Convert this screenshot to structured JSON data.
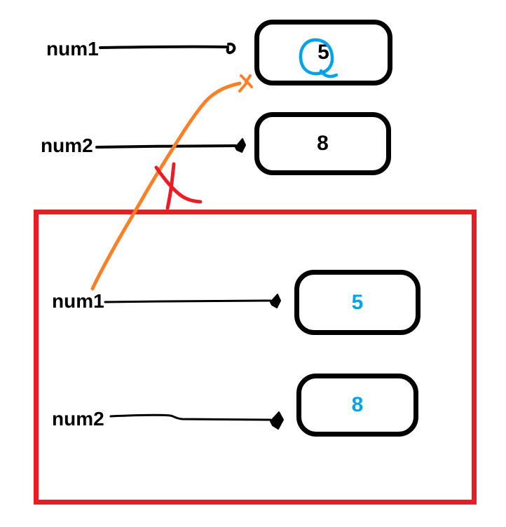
{
  "diagram": {
    "description": "Hand-drawn variable reference diagram: outer scope variables num1 and num2 point to value boxes 5 and 8; an inner red scope box holds its own num1 and num2 pointing to copied values 5 and 8; an orange arrow from inner num1 to the outer 5 box is crossed out with a red X.",
    "colors": {
      "black": "#000000",
      "red": "#ED1C24",
      "orange": "#FF7F27",
      "blue": "#00A2E8"
    },
    "top_section": {
      "rows": [
        {
          "label": "num1",
          "value": "5",
          "value_color": "#000000",
          "annotation": "blue-circle-around-value"
        },
        {
          "label": "num2",
          "value": "8",
          "value_color": "#000000"
        }
      ]
    },
    "bottom_section": {
      "frame_color": "#ED1C24",
      "rows": [
        {
          "label": "num1",
          "value": "5",
          "value_color": "#00A2E8"
        },
        {
          "label": "num2",
          "value": "8",
          "value_color": "#00A2E8"
        }
      ]
    },
    "annotations": {
      "orange_arrow": "from inner num1 up to outer 5 box",
      "red_x": "crosses the orange arrow"
    }
  }
}
